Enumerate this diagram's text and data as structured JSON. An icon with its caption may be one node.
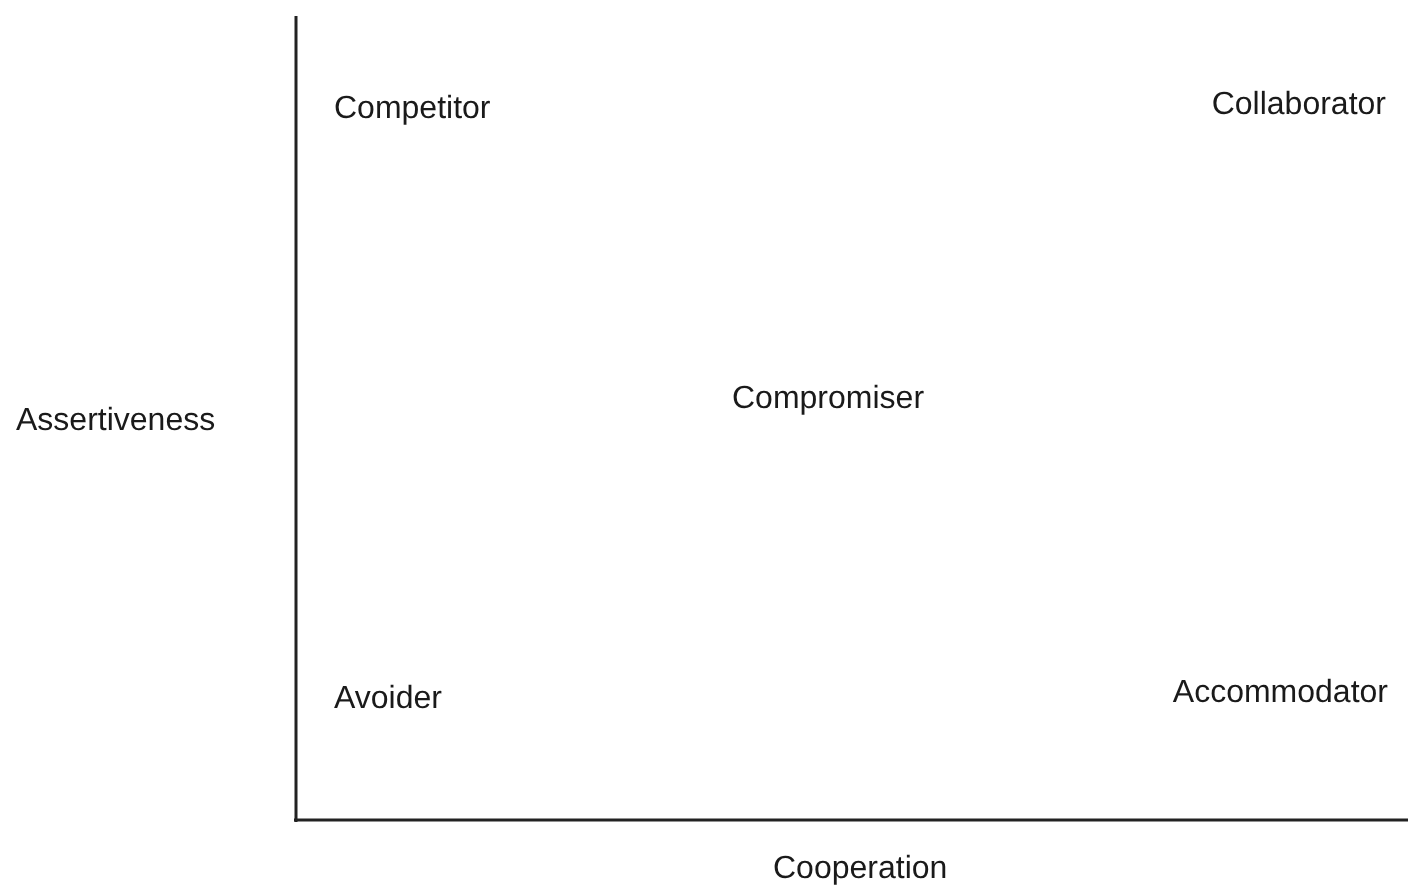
{
  "diagram": {
    "labels": [
      "Competitor",
      "Collaborator",
      "Assertiveness",
      "Compromiser",
      "Avoider",
      "Accommodator",
      "Cooperation"
    ]
  }
}
